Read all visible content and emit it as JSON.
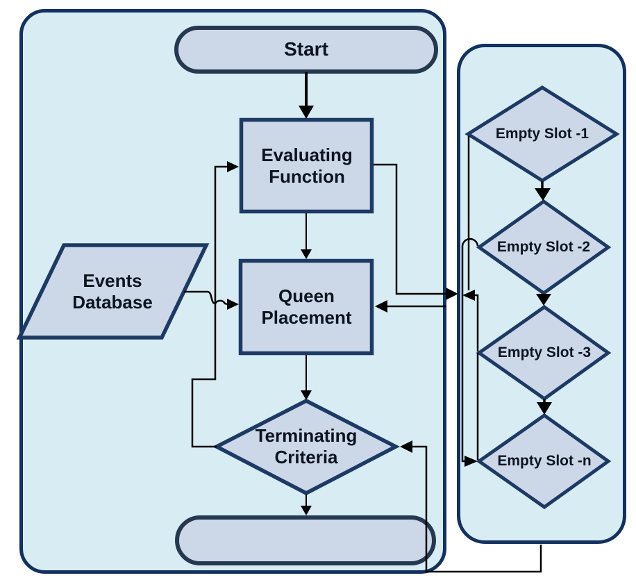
{
  "diagram": {
    "nodes": {
      "start": {
        "label": "Start",
        "shape": "terminator"
      },
      "evaluating_function": {
        "label": "Evaluating\nFunction",
        "shape": "process"
      },
      "events_database": {
        "label": "Events\nDatabase",
        "shape": "data"
      },
      "queen_placement": {
        "label": "Queen\nPlacement",
        "shape": "process"
      },
      "terminating_criteria": {
        "label": "Terminating\nCriteria",
        "shape": "decision"
      },
      "end": {
        "label": "",
        "shape": "terminator"
      },
      "empty_slot_1": {
        "label": "Empty Slot -1",
        "shape": "decision"
      },
      "empty_slot_2": {
        "label": "Empty Slot -2",
        "shape": "decision"
      },
      "empty_slot_3": {
        "label": "Empty Slot -3",
        "shape": "decision"
      },
      "empty_slot_n": {
        "label": "Empty Slot -n",
        "shape": "decision"
      }
    },
    "edges": [
      {
        "from": "start",
        "to": "evaluating_function"
      },
      {
        "from": "evaluating_function",
        "to": "queen_placement"
      },
      {
        "from": "events_database",
        "to": "queen_placement"
      },
      {
        "from": "queen_placement",
        "to": "terminating_criteria"
      },
      {
        "from": "terminating_criteria",
        "to": "evaluating_function"
      },
      {
        "from": "terminating_criteria",
        "to": "end"
      },
      {
        "from": "evaluating_function",
        "to": "slots_panel"
      },
      {
        "from": "empty_slot_3",
        "to": "queen_placement"
      },
      {
        "from": "empty_slot_1",
        "to": "empty_slot_2"
      },
      {
        "from": "empty_slot_2",
        "to": "empty_slot_3"
      },
      {
        "from": "empty_slot_3",
        "to": "empty_slot_n"
      },
      {
        "from": "empty_slot_2",
        "to": "empty_slot_n"
      },
      {
        "from": "slots_panel",
        "to": "terminating_criteria"
      }
    ],
    "colors": {
      "panel_fill": "#d8ecf3",
      "shape_fill": "#ccd8e8",
      "panel_border": "#123160",
      "shape_border": "#1c3a63",
      "terminator_border": "#243850",
      "connector": "#000000",
      "text": "#0c1420",
      "canvas": "#ffffff"
    }
  }
}
